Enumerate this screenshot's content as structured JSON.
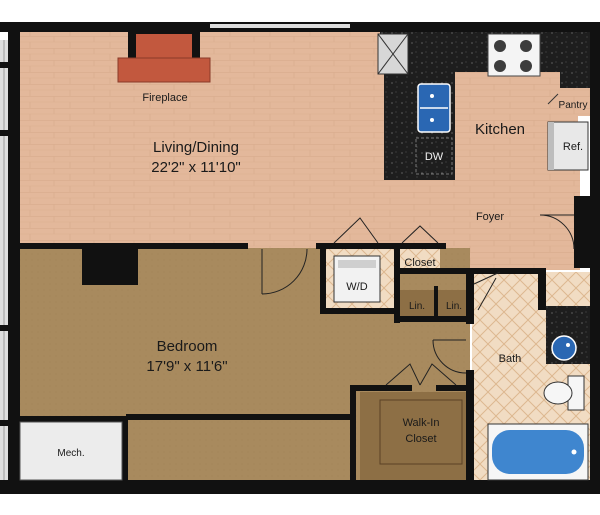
{
  "rooms": {
    "living": {
      "name": "Living/Dining",
      "dims": "22'2\" x 11'10\""
    },
    "bedroom": {
      "name": "Bedroom",
      "dims": "17'9\" x 11'6\""
    },
    "kitchen": {
      "name": "Kitchen"
    },
    "foyer": {
      "name": "Foyer"
    },
    "bath": {
      "name": "Bath"
    },
    "walkin": {
      "line1": "Walk-In",
      "line2": "Closet"
    },
    "closet": {
      "name": "Closet"
    },
    "mech": {
      "name": "Mech."
    }
  },
  "fixtures": {
    "fireplace": "Fireplace",
    "dishwasher": "DW",
    "pantry": "Pantry",
    "refrigerator": "Ref.",
    "washer_dryer": "W/D",
    "linen_1": "Lin.",
    "linen_2": "Lin."
  },
  "colors": {
    "wall": "#111111",
    "wood_floor": "#e3b89b",
    "carpet": "#a88a5e",
    "tile": "#f1dcc3",
    "counter": "#1e1e1e",
    "sink": "#2a67b3",
    "tub": "#3f86cf",
    "fireplace": "#c2583e"
  }
}
